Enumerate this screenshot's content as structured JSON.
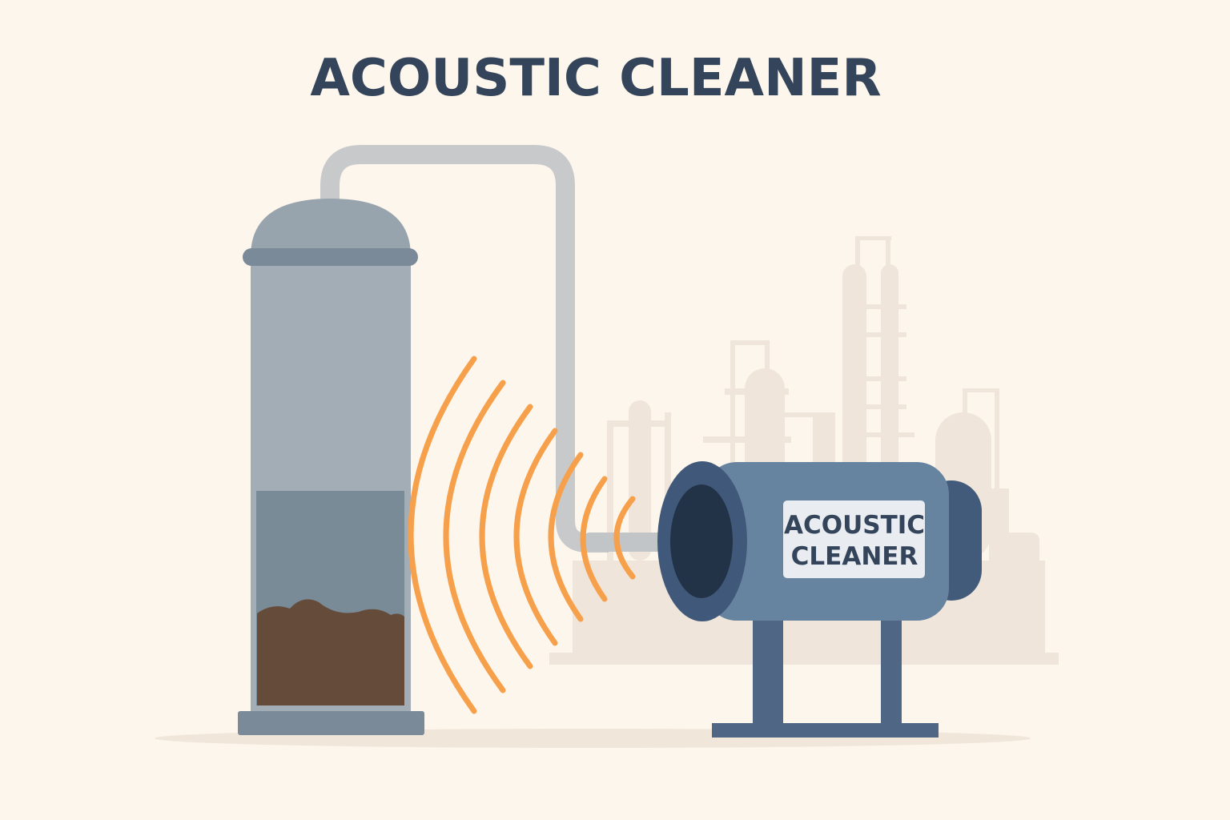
{
  "title": "ACOUSTIC CLEANER",
  "device_label": {
    "line1": "ACOUSTIC",
    "line2": "CLEANER"
  },
  "colors": {
    "background": "#fdf6ec",
    "title": "#34445a",
    "waves": "#f7a04b",
    "vessel": "#a3adb5",
    "sludge": "#654b39",
    "cleaner_body": "#6683a0",
    "pipe": "#c8c9cb"
  }
}
